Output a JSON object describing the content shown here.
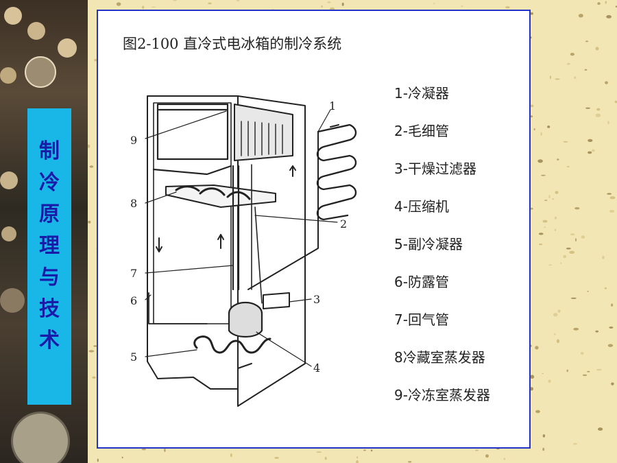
{
  "sidebar": {
    "title_chars": [
      "制",
      "冷",
      "原",
      "理",
      "与",
      "技",
      "术"
    ]
  },
  "figure": {
    "caption": "图2-100  直冷式电冰箱的制冷系统",
    "legend": [
      "1-冷凝器",
      "2-毛细管",
      "3-干燥过滤器",
      "4-压缩机",
      "5-副冷凝器",
      "6-防露管",
      "7-回气管",
      "8冷藏室蒸发器",
      "9-冷冻室蒸发器"
    ],
    "callouts": [
      "1",
      "2",
      "3",
      "4",
      "5",
      "6",
      "7",
      "8",
      "9"
    ]
  },
  "colors": {
    "background": "#f1e6b4",
    "title_bar": "#19b6e8",
    "title_text": "#1a1aa8",
    "panel_border": "#2233cc"
  }
}
